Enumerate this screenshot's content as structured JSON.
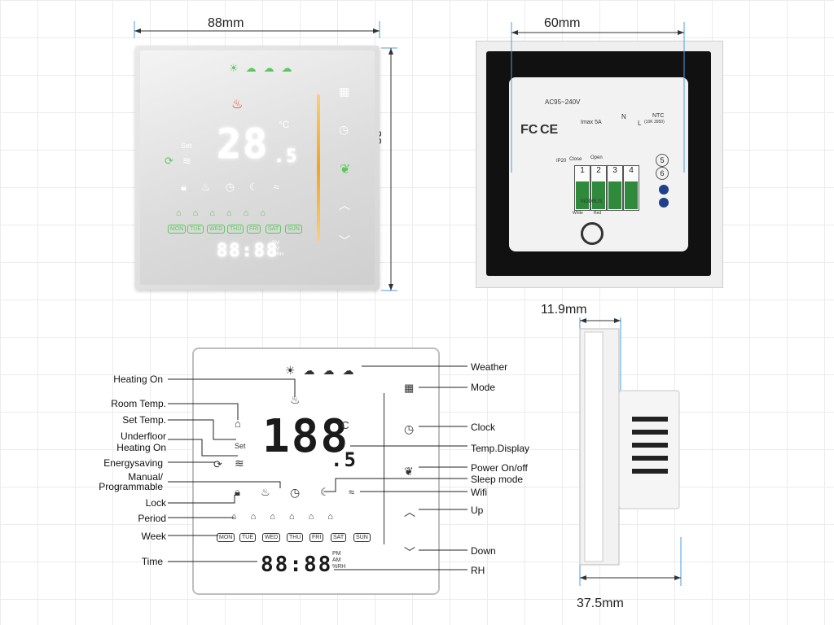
{
  "dimensions": {
    "front_width": "88mm",
    "front_height": "88mm",
    "back_width": "60mm",
    "depth_front": "11.9mm",
    "depth_total": "37.5mm"
  },
  "top_display": {
    "temp_main": "28",
    "temp_dec": ".5",
    "unit": "°C",
    "set_text": "Set",
    "time_text": "88:88",
    "ampm": [
      "PM",
      "AM",
      "%RH"
    ]
  },
  "back_panel": {
    "voltage": "AC95~240V",
    "imax": "Imax 5A",
    "n": "N",
    "l": "L",
    "ntc": "NTC",
    "ntc_sub": "(10K 3950)",
    "close": "Close",
    "open": "Open",
    "ip20": "IP20",
    "modbus": "MODBUS",
    "white": "White",
    "red": "Red",
    "terminals": [
      "1",
      "2",
      "3",
      "4"
    ],
    "side_terminals": [
      "5",
      "6"
    ],
    "fc": "FC",
    "ce": "CE"
  },
  "diagram_display": {
    "temp_main": "188",
    "temp_dec": ".5",
    "unit": "°C",
    "set_text": "Set",
    "time_text": "88:88",
    "ampm": [
      "PM",
      "AM",
      "%RH"
    ]
  },
  "days": [
    "MON",
    "TUE",
    "WED",
    "THU",
    "FRI",
    "SAT",
    "SUN"
  ],
  "labels_left": [
    "Heating On",
    "Room Temp.",
    "Set  Temp.",
    "Underfloor",
    "Heating On",
    "Energysaving",
    "Manual/",
    "Programmable",
    "Lock",
    "Period",
    "Week",
    "Time"
  ],
  "labels_right": [
    "Weather",
    "Mode",
    "Clock",
    "Temp.Display",
    "Power On/off",
    "Sleep mode",
    "Wifi",
    "Up",
    "Down",
    "RH"
  ],
  "colors": {
    "green": "#5cc85c",
    "orange": "#f4a21a",
    "blue_line": "#4a9fe0",
    "flame": "#e8401c"
  }
}
